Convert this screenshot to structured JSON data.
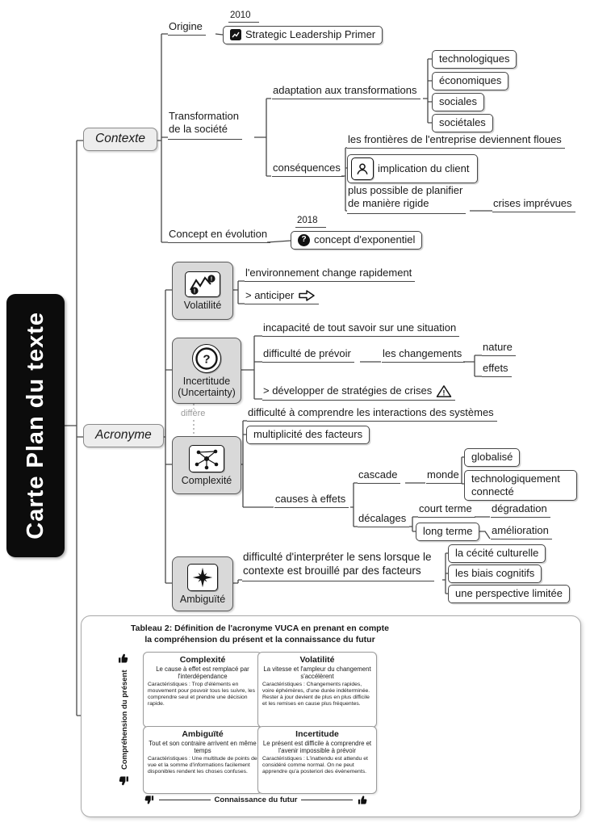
{
  "root": {
    "title": "Carte Plan du texte"
  },
  "branches": {
    "contexte": {
      "label": "Contexte"
    },
    "acronyme": {
      "label": "Acronyme"
    }
  },
  "contexte": {
    "origine": {
      "label": "Origine",
      "year": "2010",
      "source": "Strategic Leadership Primer"
    },
    "transformation": {
      "label_line1": "Transformation",
      "label_line2": "de la société",
      "adaptation": {
        "label": "adaptation aux transformations",
        "items": [
          "technologiques",
          "économiques",
          "sociales",
          "sociétales"
        ]
      },
      "consequences": {
        "label": "conséquences",
        "frontieres": "les frontières de l'entreprise deviennent floues",
        "implication": "implication du client",
        "planifier_line1": "plus possible de planifier",
        "planifier_line2": "de manière rigide",
        "crises": "crises imprévues"
      }
    },
    "concept_evolution": {
      "label": "Concept en évolution",
      "year": "2018",
      "item": "concept d'exponentiel"
    }
  },
  "acronyme": {
    "volatilite": {
      "label": "Volatilité",
      "environnement": "l'environnement change rapidement",
      "anticiper": "> anticiper"
    },
    "incertitude": {
      "label_line1": "Incertitude",
      "label_line2": "(Uncertainty)",
      "incapacite": "incapacité de tout savoir sur une situation",
      "prevoir": "difficulté de prévoir",
      "changements": "les changements",
      "nature": "nature",
      "effets": "effets",
      "strategies": "> développer de stratégies de crises"
    },
    "differe": "diffère",
    "complexite": {
      "label": "Complexité",
      "interactions": "difficulté à comprendre les interactions des systèmes",
      "multiplicite": "multiplicité des facteurs",
      "causes": "causes à effets",
      "cascade": "cascade",
      "monde": "monde",
      "globalise": "globalisé",
      "techno": "technologiquement connecté",
      "decalages": "décalages",
      "court_terme": "court terme",
      "degradation": "dégradation",
      "long_terme": "long terme",
      "amelioration": "amélioration"
    },
    "ambiguite": {
      "label": "Ambiguïté",
      "interpretation_line1": "difficulté d'interpréter le sens lorsque le",
      "interpretation_line2": "contexte est brouillé par des facteurs",
      "items": [
        "la cécité culturelle",
        "les biais cognitifs",
        "une perspective limitée"
      ]
    }
  },
  "tableau": {
    "title_line1": "Tableau 2: Définition de l'acronyme VUCA en prenant en compte",
    "title_line2": "la compréhension du présent et la connaissance du futur",
    "axis_y": "Compréhension du présent",
    "axis_x": "Connaissance du futur",
    "cells": {
      "complexite": {
        "title": "Complexité",
        "desc": "Le cause à effet est remplacé par l'interdépendance",
        "carac": "Caractéristiques : Trop d'éléments en mouvement pour pouvoir tous les suivre, les comprendre seul et prendre une décision rapide."
      },
      "volatilite": {
        "title": "Volatilité",
        "desc": "La vitesse et l'ampleur du changement s'accélèrent",
        "carac": "Caractéristiques : Changements rapides, voire éphémères, d'une durée indéterminée. Rester à jour devient de plus en plus difficile et les remises en cause plus fréquentes."
      },
      "ambiguite": {
        "title": "Ambiguïté",
        "desc": "Tout et son contraire arrivent en même temps",
        "carac": "Caractéristiques : Une multitude de points de vue et la somme d'informations facilement disponibles rendent les choses confuses."
      },
      "incertitude": {
        "title": "Incertitude",
        "desc": "Le présent est difficile à comprendre et l'avenir impossible à prévoir",
        "carac": "Caractéristiques : L'inattendu est attendu et considéré comme normal. On ne peut apprendre qu'a posteriori des événements."
      }
    }
  },
  "icons": {
    "chart": "mini-line-chart",
    "person": "user-silhouette",
    "question": "question-circle",
    "volatility": "zigzag-alert",
    "uncertainty": "question-in-circle",
    "complexity": "network-nodes",
    "ambiguity": "compass-star",
    "arrow": "arrow-right-outline",
    "warning": "warning-triangle",
    "thumb_up": "thumbs-up",
    "thumb_down": "thumbs-down"
  }
}
